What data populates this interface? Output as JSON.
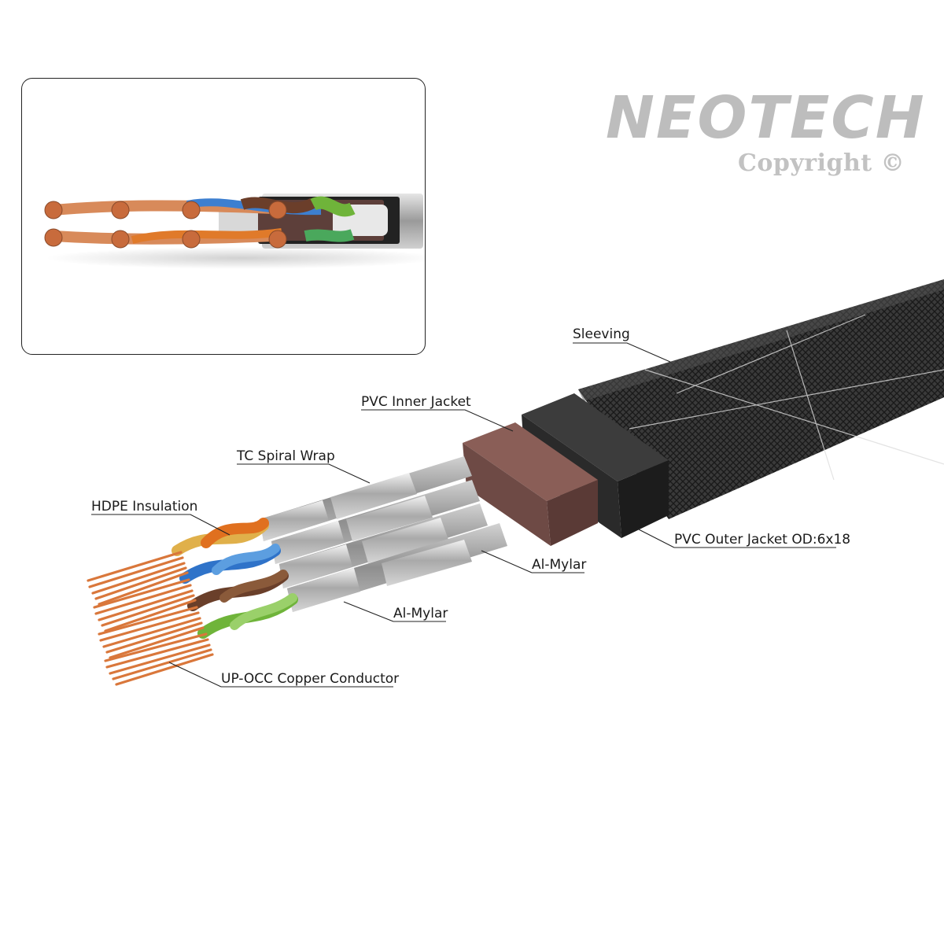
{
  "brand": {
    "name": "NEOTECH",
    "copyright": "Copyright ©"
  },
  "labels": {
    "sleeving": "Sleeving",
    "pvc_inner_jacket": "PVC Inner Jacket",
    "tc_spiral_wrap": "TC Spiral Wrap",
    "hdpe_insulation": "HDPE Insulation",
    "pvc_outer_jacket": "PVC Outer Jacket OD:6x18",
    "al_mylar_pair": "Al-Mylar",
    "al_mylar_inner": "Al-Mylar",
    "conductor": "UP-OCC Copper Conductor"
  },
  "colors": {
    "copper": "#d9773b",
    "sleeve": "#2b2b2b",
    "outer_jacket": "#222222",
    "inner_jacket": "#6e4a45",
    "foil": "#c8c8c8",
    "orange": "#e0701f",
    "blue": "#2f73c9",
    "brown": "#6a3f2a",
    "green": "#6fb43a"
  }
}
